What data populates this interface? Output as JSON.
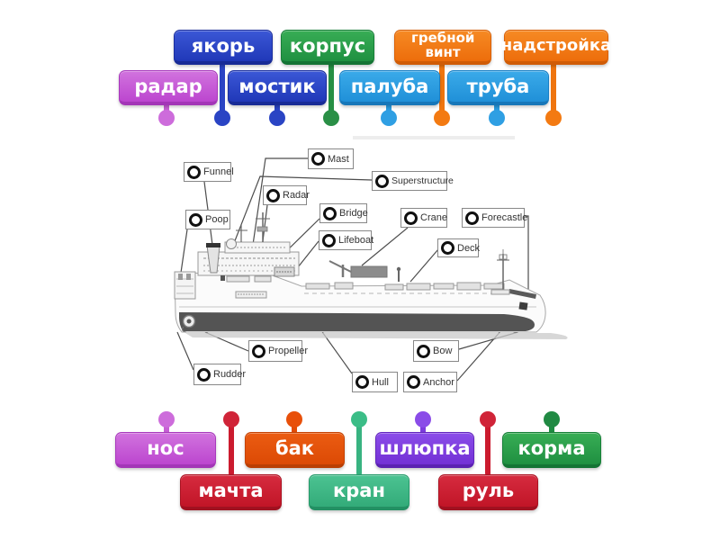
{
  "activity": {
    "type": "labelled-diagram",
    "subject": "ship parts",
    "languages": [
      "ru",
      "en"
    ]
  },
  "words": {
    "top": [
      {
        "label": "якорь",
        "color": "blue"
      },
      {
        "label": "корпус",
        "color": "green"
      },
      {
        "label": "гребной винт",
        "color": "orange"
      },
      {
        "label": "надстройка",
        "color": "orange"
      },
      {
        "label": "радар",
        "color": "orchid"
      },
      {
        "label": "мостик",
        "color": "blue"
      },
      {
        "label": "палуба",
        "color": "azure"
      },
      {
        "label": "труба",
        "color": "azure"
      }
    ],
    "bottom": [
      {
        "label": "нос",
        "color": "orchid"
      },
      {
        "label": "бак",
        "color": "orangered"
      },
      {
        "label": "шлюпка",
        "color": "violet"
      },
      {
        "label": "корма",
        "color": "green"
      },
      {
        "label": "мачта",
        "color": "crimson"
      },
      {
        "label": "кран",
        "color": "seafoam"
      },
      {
        "label": "руль",
        "color": "crimson"
      }
    ]
  },
  "diagram": {
    "labels": [
      {
        "text": "Funnel"
      },
      {
        "text": "Mast"
      },
      {
        "text": "Superstructure"
      },
      {
        "text": "Radar"
      },
      {
        "text": "Poop"
      },
      {
        "text": "Bridge"
      },
      {
        "text": "Crane"
      },
      {
        "text": "Forecastle"
      },
      {
        "text": "Lifeboat"
      },
      {
        "text": "Deck"
      },
      {
        "text": "Propeller"
      },
      {
        "text": "Rudder"
      },
      {
        "text": "Bow"
      },
      {
        "text": "Hull"
      },
      {
        "text": "Anchor"
      }
    ]
  },
  "palette": {
    "orchid": {
      "top": "#d173de",
      "bottom": "#bc46cf",
      "edge": "#a83abc"
    },
    "blue": {
      "top": "#3b57d6",
      "bottom": "#2038b8",
      "edge": "#1b2f9e"
    },
    "green": {
      "top": "#38ad55",
      "bottom": "#1f9041",
      "edge": "#177f38"
    },
    "orange": {
      "top": "#f68a24",
      "bottom": "#ed6d0b",
      "edge": "#d96108"
    },
    "azure": {
      "top": "#3aaae9",
      "bottom": "#2090d8",
      "edge": "#1a7fc4"
    },
    "orangered": {
      "top": "#eb5c12",
      "bottom": "#dc4a05",
      "edge": "#c44305"
    },
    "violet": {
      "top": "#8b4de9",
      "bottom": "#7331d5",
      "edge": "#6226bd"
    },
    "crimson": {
      "top": "#d62b3f",
      "bottom": "#c11527",
      "edge": "#aa1322"
    },
    "seafoam": {
      "top": "#4cc392",
      "bottom": "#33ab79",
      "edge": "#279a6b"
    }
  }
}
